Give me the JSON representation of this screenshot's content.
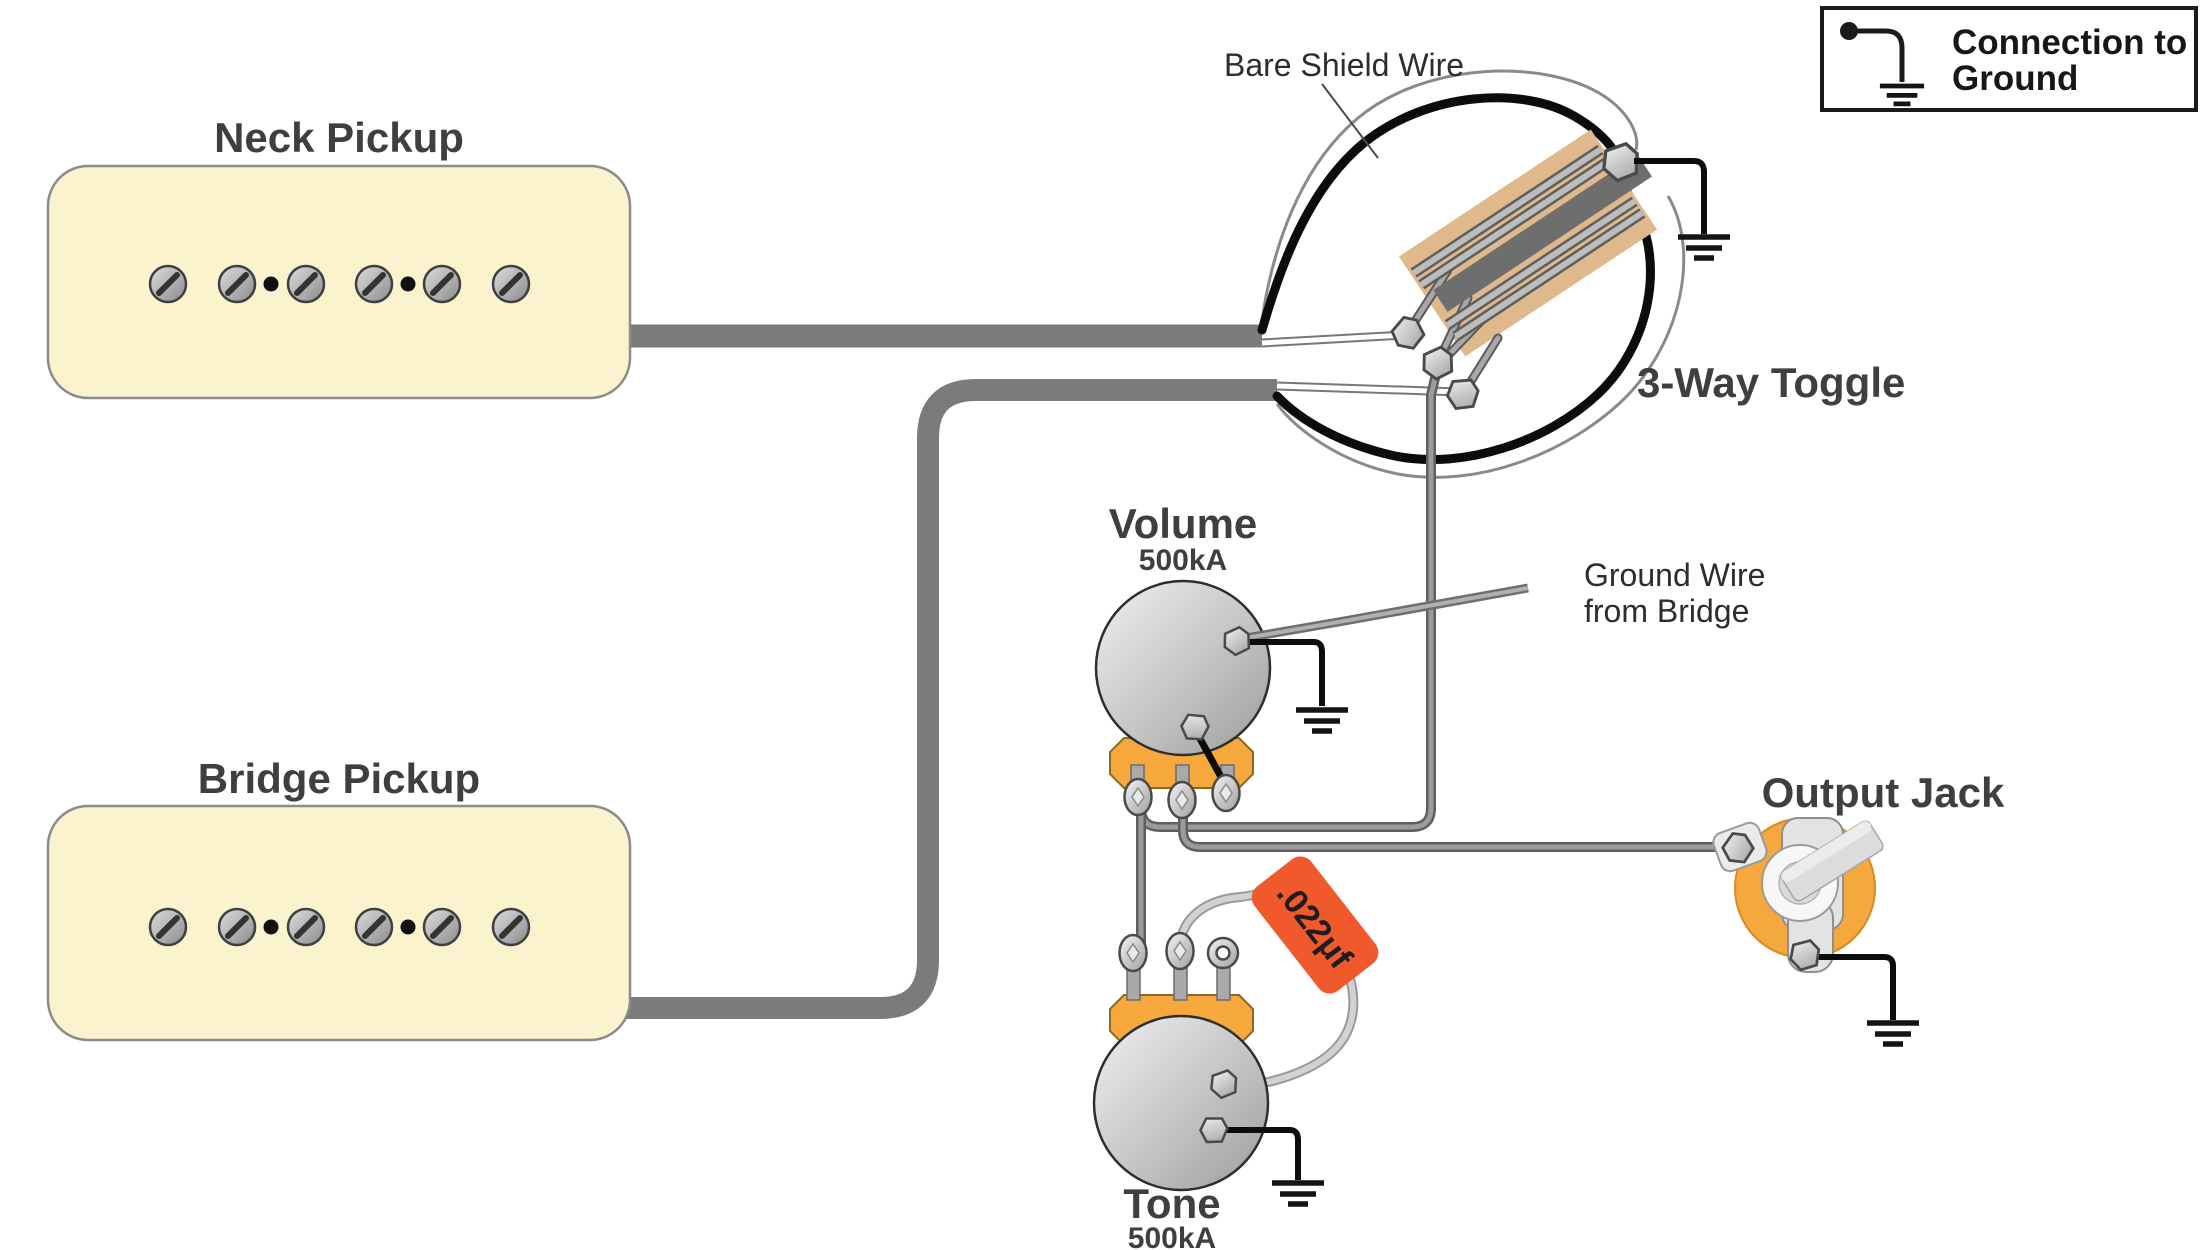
{
  "legend": {
    "line1": "Connection to",
    "line2": "Ground"
  },
  "components": {
    "neck_pickup": {
      "label": "Neck Pickup"
    },
    "bridge_pickup": {
      "label": "Bridge Pickup"
    },
    "toggle": {
      "label": "3-Way Toggle"
    },
    "volume": {
      "label": "Volume",
      "value": "500kA"
    },
    "tone": {
      "label": "Tone",
      "value": "500kA"
    },
    "output_jack": {
      "label": "Output Jack"
    },
    "capacitor": {
      "value": ".022μf"
    }
  },
  "annotations": {
    "bare_shield_wire": "Bare Shield Wire",
    "ground_wire": {
      "line1": "Ground Wire",
      "line2": "from Bridge"
    }
  },
  "colors": {
    "pickup_cream": "#FBF2CE",
    "toggle_tan": "#DFB98B",
    "pot_flange_orange": "#F6A83C",
    "capacitor_orange": "#F0592B",
    "jack_orange": "#F4A83D",
    "wire_gray": "#7D7D7D",
    "wire_black": "#0C0C0C",
    "text_dark": "#3F3F3F"
  }
}
